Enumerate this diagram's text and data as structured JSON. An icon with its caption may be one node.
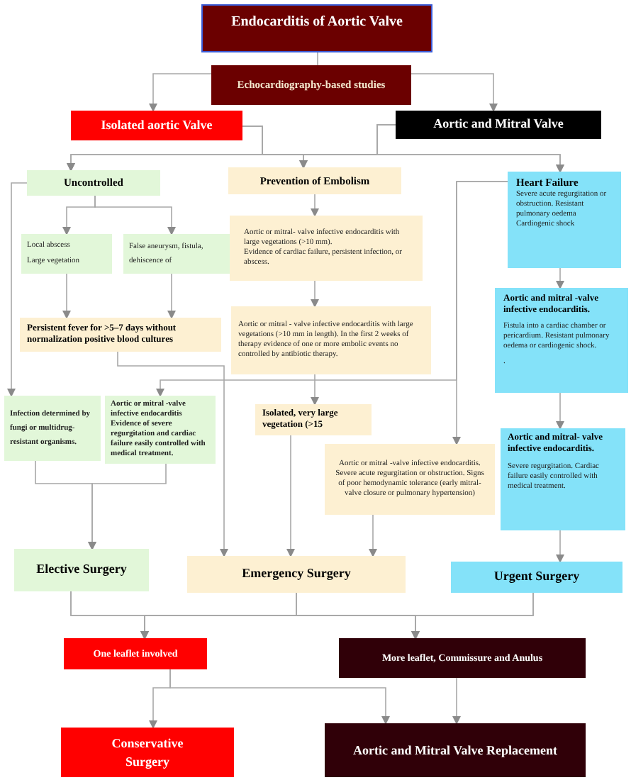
{
  "diagram": {
    "nodes": [
      {
        "text": [
          "Endocarditis of Aortic Valve"
        ]
      },
      {
        "text": [
          "Echocardiography-based studies"
        ]
      },
      {
        "text": [
          "Isolated aortic Valve"
        ]
      },
      {
        "text": [
          "Aortic and Mitral Valve"
        ]
      },
      {
        "text": [
          "Uncontrolled"
        ]
      },
      {
        "text": [
          "Prevention of Embolism"
        ]
      },
      {
        "text": [
          "Heart Failure",
          "Severe acute regurgitation or obstruction. Resistant pulmonary oedema Cardiogenic shock"
        ]
      },
      {
        "text": [
          "Local abscess",
          "Large vegetation"
        ]
      },
      {
        "text": [
          "False aneurysm, fistula, dehiscence of"
        ]
      },
      {
        "text": [
          "Persistent fever for >5–7 days without normalization positive blood cultures"
        ]
      },
      {
        "text": [
          "Aortic or mitral- valve infective endocarditis with large vegetations (>10 mm).",
          "Evidence of cardiac failure, persistent infection, or abscess."
        ]
      },
      {
        "text": [
          "Aortic or mitral - valve infective endocarditis with large vegetations (>10 mm in length). In the first 2 weeks of therapy evidence of one or more embolic events no controlled by antibiotic therapy."
        ]
      },
      {
        "text": [
          "Aortic and mitral -valve infective endocarditis.",
          "Fistula into a cardiac chamber or pericardium. Resistant pulmonary oedema or cardiogenic shock.",
          "."
        ]
      },
      {
        "text": [
          "Infection determined by fungi or multidrug-resistant organisms."
        ]
      },
      {
        "text": [
          "Aortic or mitral -valve infective endocarditis Evidence of severe regurgitation and cardiac failure easily controlled with medical treatment."
        ]
      },
      {
        "text": [
          "Isolated, very large vegetation (>15"
        ]
      },
      {
        "text": [
          "Aortic or mitral -valve infective endocarditis. Severe acute regurgitation or obstruction. Signs of poor hemodynamic tolerance (early mitral-valve closure or pulmonary hypertension)"
        ]
      },
      {
        "text": [
          "Aortic and mitral- valve infective endocarditis.",
          "Severe regurgitation. Cardiac failure easily controlled with medical treatment."
        ]
      },
      {
        "text": [
          "Elective Surgery"
        ]
      },
      {
        "text": [
          "Emergency Surgery"
        ]
      },
      {
        "text": [
          "Urgent Surgery"
        ]
      },
      {
        "text": [
          "One leaflet involved"
        ]
      },
      {
        "text": [
          "More leaflet, Commissure and Anulus"
        ]
      },
      {
        "text": [
          "Conservative Surgery"
        ]
      },
      {
        "text": [
          "Aortic and Mitral Valve Replacement"
        ]
      }
    ],
    "edges": [
      {
        "from": 0,
        "to": 1,
        "arrow": "none"
      },
      {
        "from": 1,
        "to": 2,
        "arrow": "to"
      },
      {
        "from": 1,
        "to": 3,
        "arrow": "to"
      },
      {
        "from": 2,
        "to": 4,
        "arrow": "to"
      },
      {
        "from": 2,
        "to": 5,
        "arrow": "to"
      },
      {
        "from": 2,
        "to": 6,
        "arrow": "to"
      },
      {
        "from": 3,
        "to": 4,
        "arrow": "to"
      },
      {
        "from": 3,
        "to": 5,
        "arrow": "to"
      },
      {
        "from": 3,
        "to": 6,
        "arrow": "to"
      },
      {
        "from": 4,
        "to": 7,
        "arrow": "to"
      },
      {
        "from": 4,
        "to": 8,
        "arrow": "to"
      },
      {
        "from": 4,
        "to": 13,
        "arrow": "to"
      },
      {
        "from": 7,
        "to": 9,
        "arrow": "to"
      },
      {
        "from": 8,
        "to": 9,
        "arrow": "to"
      },
      {
        "from": 9,
        "to": 19,
        "arrow": "to"
      },
      {
        "from": 5,
        "to": 10,
        "arrow": "to"
      },
      {
        "from": 10,
        "to": 11,
        "arrow": "to"
      },
      {
        "from": 11,
        "to": 15,
        "arrow": "to"
      },
      {
        "from": 6,
        "to": 16,
        "arrow": "to"
      },
      {
        "from": 6,
        "to": 14,
        "arrow": "to"
      },
      {
        "from": 13,
        "to": 18,
        "arrow": "to"
      },
      {
        "from": 14,
        "to": 18,
        "arrow": "to"
      },
      {
        "from": 15,
        "to": 19,
        "arrow": "to"
      },
      {
        "from": 16,
        "to": 19,
        "arrow": "to"
      },
      {
        "from": 17,
        "to": 20,
        "arrow": "to"
      },
      {
        "from": 6,
        "to": 12,
        "arrow": "to"
      },
      {
        "from": 12,
        "to": 17,
        "arrow": "to"
      },
      {
        "from": 18,
        "to": 21,
        "arrow": "to"
      },
      {
        "from": 18,
        "to": 22,
        "arrow": "to"
      },
      {
        "from": 19,
        "to": 21,
        "arrow": "to"
      },
      {
        "from": 19,
        "to": 22,
        "arrow": "to"
      },
      {
        "from": 20,
        "to": 21,
        "arrow": "to"
      },
      {
        "from": 20,
        "to": 22,
        "arrow": "to"
      },
      {
        "from": 21,
        "to": 23,
        "arrow": "to"
      },
      {
        "from": 21,
        "to": 24,
        "arrow": "to"
      },
      {
        "from": 22,
        "to": 24,
        "arrow": "to"
      }
    ]
  }
}
